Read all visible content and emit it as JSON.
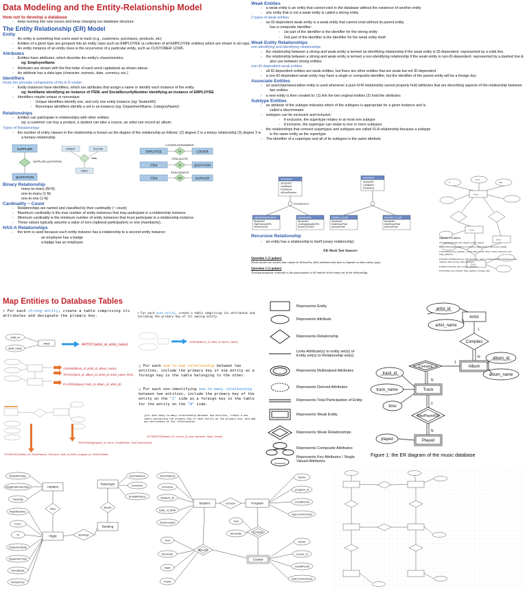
{
  "top_left": {
    "title": "Data Modeling and the Entity-Relationship Model",
    "how_heading": "How not to develop a database",
    "how_item": "keep running into new issues and keep changing our database structure",
    "er_heading": "The Entity Relationship (ER) Model",
    "entity_heading": "Entity",
    "entity_items": [
      "An entity is something that users want to track (e.g., customers, purchases, products, etc)",
      "Entities of a given type are grouped into an entity class such as EMPLOYEE (a collection of all EMPLOYEE entities) which are shown in all caps.",
      "An entity instance of an entity class is the occurrence of a particular entity, such as CUSTOMER 12345."
    ],
    "attributes_heading": "Attributes",
    "attribute_items": [
      "Entities have attributes, which describe the entity's characteristics.",
      "eg: EmployeeName",
      "Attributes are shown with the first letter of each word capitalized as shown above.",
      "An attribute has a data type (character, numeric, date, currency, etc.)"
    ],
    "identifiers_heading": "Identifiers",
    "identifiers_sub": "Know the principle components of the E-R model",
    "identifier_items": [
      "Entity instances have identifiers, which are attributes that assign a name or identify each instance of the entity.",
      "eg: ItemName identifying an instance of ITEM, and SocialSecurityNumber identifying an instance of EMPLOYEE",
      "Identifiers maybe unique or nonunique",
      "Unique identifiers identify one, and only one entity instance (eg: StudentID)",
      "Nonunique identifiers identify a set in an instance (eg: DepartmentName, CategoryName)"
    ],
    "relationships_heading": "Relationships",
    "relationship_items": [
      "Entities can participate in relationships with other entities.",
      "eg: a customer can buy a product, a student can take a course, an artist can record an album."
    ],
    "types_heading": "Types of Relationships",
    "types_item": "the number of entity classes in the relationship is known as the degree of the relationship as follows: (2) degree 2 is a binary relationship (3) degree 3 is a ternary relationship",
    "diagram": {
      "supplier": "SUPPLIER",
      "supplier_quotation": "SUPPLIER-QUOTATION",
      "quotation": "QUOTATION",
      "tern_left": "PATIENT",
      "tern_mid": "DOCTOR",
      "tern_rel": "treats",
      "tern_bottom": "DRUG",
      "locker_title": "LOCKER-ASSIGNMENT",
      "employee": "EMPLOYEE",
      "locker": "LOCKER",
      "one": "1:1",
      "quote_title": "ITEM-QUOTE",
      "item": "ITEM",
      "n": "N",
      "quotation2": "QUOTATION",
      "source_title": "ITEM-SOURCE",
      "item2": "ITEM",
      "nm": "N:M",
      "supplier2": "SUPPLIER"
    },
    "binary_heading": "Binary Relationship",
    "binary_items": [
      "many-to-many (M-N)",
      "one-to-many (1-N)",
      "one-to-one (1-N)"
    ],
    "cardinality_heading": "Cardinality ~ Count",
    "cardinality_items": [
      "Relationships are named and classified by their cardinality (~ count)",
      "Maximum cardinality is the max number of entity instances that may participate in a relationship instance.",
      "Minimum cardinality is the minimum number of entity instances that must participate in a relationship instance.",
      "These values typically assume a value of zero (optional participation) or one (mandatory)."
    ],
    "hasa_heading": "HAS-A Relationships",
    "hasa_items": [
      "the term is used because each entity instance has a relationship to a second entity instance:",
      "an employee has a badge",
      "a badge has an employee"
    ]
  },
  "top_right": {
    "weak_heading": "Weak Entities",
    "weak_items": [
      "a weak entity is an entity that cannot exist in the database without the existence of another entity",
      "any entity that is not a weak entity is called a strong entity"
    ],
    "two_types": "2 types of weak entities",
    "two_types_items": [
      "an ID-dependent weak entity is a weak entity that cannot exist without its parent entity",
      "has a composite identifier:",
      "1st part of the identifier is the identifier for the strong entity",
      "2nd part of the identifier is the identifier for the weak entity itself"
    ],
    "weak_rel_heading": "Weak Entity Relationships",
    "weak_rel_sub": "non-identifying and identifying relationships",
    "weak_rel_items": [
      "the relationship between a strong and weak entity is termed an identifying relationship if the weak entity is ID-dependent. represented by a solid line.",
      "the relationship between a strong and weak entity is termed a non-identifying relationship if the weak entity is non-ID-dependent: represented by a dashed line & also use between strong entities"
    ],
    "non_id_heading": "non-ID-dependent weak entities",
    "non_id_items": [
      "all ID-dependent entities are weak entities, but there are other entities that are weak but not ID-dependent",
      "a non-ID-dependent weak entity may have a single or composite identifier, but the identifier of the parent entity will be a foreign key"
    ],
    "assoc_heading": "Associate Entities",
    "assoc_items": [
      "an associate/association entity is used whenever a pure N:M relationship cannot properly hold attributes that are describing aspects of the relationship between two entities",
      "a new entity is then created to: (1) link the two original entities (2) hold the attributes"
    ],
    "subtype_heading": "Subtype Entities",
    "subtype_items": [
      "an attribute of the subtype indicates which of the subtypes is appropriate for a given instance and is called a discriminator",
      "subtypes can be exclusive and inclusive:",
      "if exclusive, the supertype relates to at most one subtype",
      "if inclusive, the supertype can relate to one or more subtypes",
      "the relationships that connect supertypes and subtypes are called IS-A relationship because a subtype is the same entity as the supertype",
      "The identifier of a supertype and all of its subtypes is the same attribute"
    ],
    "subtype_diagram": {
      "student": "STUDENT",
      "student_attrs": [
        "StudentID",
        "LastName",
        "FirstName",
        "isGradStudent"
      ],
      "discriminator": "isGradStudent",
      "under": "UNDERGRADUATE",
      "under_attrs": [
        "StudentID",
        "HighSchoolGPA",
        "ScoreOnSAT"
      ],
      "grad": "GRADUATE",
      "grad_attrs": [
        "StudentID",
        "UndergraduateGPA",
        "ScoreOnGMAT"
      ],
      "student2": "STUDENT",
      "student2_attrs": [
        "StudentID",
        "LastName",
        "FirstName"
      ],
      "hiking": "HIKING_CLUB",
      "hiking_attrs": [
        "StudentID",
        "DateDuesPaid",
        "AmountPaid"
      ],
      "sailing": "SAILING_CLUB",
      "sailing_attrs": [
        "StudentID",
        "DateDuesPaid",
        "AmountPaid"
      ]
    },
    "recursive_heading": "Recursive Relationship",
    "recursive_item": "an entity has a relationship to itself (unary relationship)",
    "mock_heading": "ER Mock Test Answers",
    "q1_heading": "Question 1 (2 points)",
    "q1_text": "Weak entities are entities that cannot be defined by their attributes that have to depend on other entity types.",
    "q2_heading": "Question 2 (2 points)",
    "q2_text": "Total participation constraint is the participation of all entities in the entity set in the relationship.",
    "q4_heading": "Question 4 (4 points)",
    "q4_lines": [
      "STUDENT(student_ID, student_name, major)",
      "BUILDING(bldg_number, occupancy, maintenance supervisor, (bp#))",
      "COURSE(section_number, course name, book, time, room#, instructor_ID, bldg_number)",
      "INSTRUCTOR(instructor_ID, instructor_name, terminal degree institution, rank, number, office hours, bldg_number)",
      "ENROLL(student_ID, section_number)",
      "LESSON(room_number, bldg_number, Student_ID)"
    ]
  },
  "bottom_left": {
    "title": "Map Entities to Database Tables",
    "strong_text_a": "For each ",
    "strong_text_hl": "strong entity",
    "strong_text_b": ", create a table comprising its attributes and designate the primary key.",
    "weak_text_a": "For each ",
    "weak_text_hl": "weak entity",
    "weak_text_b": ", create a table comprising its attributes and including the primary key of its owning entity.",
    "artist_table": "ARTIST(artist_id, artist_name)",
    "album_table": "ALBUM(album_id, artist_id, album_name)",
    "artist_label": "Artist",
    "artist_id": "artist_id",
    "artist_name": "artist_name",
    "album_table2": "ALBUM(album_id, artist_id, album_name)",
    "track_table": "TRACK(track_id, album_id, artist_id, track_name, time)",
    "played_table": "PLAYED(played, track_id, album_id, artist_id)",
    "oto_a": "For each ",
    "oto_hl": "one-to-one relationship",
    "oto_b": " between two entities, include the primary key of one entity as a foreign key in the table belonging to the other.",
    "otm_a": "For each non-identifying ",
    "otm_hl": "one-to-many relationship",
    "otm_b": " between two entities, include the primary key of the entity on the ",
    "otm_one": "\"1\"",
    "otm_c": " side as a foreign key in the table for the entity on the ",
    "otm_n": "\"N\"",
    "otm_d": " side.",
    "mtm_note": "For each many-to-many relationship between two entities, create a new table containing the primary key of each entity as the primary key, and add any attributes of the relationship.",
    "attempts_table": "ATTEMPTS(Student_ID, course_id, year, semester, Mark, Grade)",
    "program_table": "PROGRAM(program_id, name, CreditPoints, YearCommenced)",
    "student_table": "STUDENT(Student_ID, GivenNames, Surname, Date_of_Birth, program_id, YearEnrolled)"
  },
  "legend": {
    "items": [
      "Represents Entity",
      "Represents Attribute",
      "Represents Relationship",
      "Links Attribute(s) to entity set(s) or Entity set(s) to Relationship set(s)",
      "Represents Multivalued Attributes",
      "Represents Derived Attributes",
      "Represents Total Participation of Entity",
      "Represents Weak Entity",
      "Represents Weak Relationships",
      "Represents Composite Attributes",
      "Represents Key Attributes / Single Valued Attributes"
    ]
  },
  "music_er": {
    "artist_id": "artist_id",
    "artist": "Artist",
    "artist_name": "artist_name",
    "compiles": "Compiles",
    "contains": "Contains",
    "album": "Album",
    "album_id": "album_id",
    "album_name": "album_name",
    "track_id": "track_id",
    "track_name": "track_name",
    "track": "Track",
    "time": "time",
    "was_played_on": "WasPlayedOn",
    "played": "played",
    "played_entity": "Played",
    "one": "1",
    "n": "N",
    "caption": "Figure 1: the ER diagram of the music database"
  },
  "bottom_er1": {
    "attrs_left": [
      "ModelNumber",
      "RegistrationNumber",
      "Capacity",
      "FlightNumber",
      "From",
      "To",
      "DepartureDate",
      "DepartureTime",
      "ArrivalDate",
      "ArrivalTime"
    ],
    "airplane": "Airplane",
    "flies": "Flies",
    "flight": "Flight",
    "bookings": "Bookings",
    "booking": "Booking",
    "passenger": "Passenger",
    "books": "Books",
    "attrs_right": [
      "GivenNames",
      "Surname",
      "EmailAddress"
    ]
  },
  "bottom_er2": {
    "attrs_left": [
      "GivenNames",
      "Surname",
      "Student_ID",
      "Date_of_Birth",
      "YearEnrolled",
      "Year",
      "Semester",
      "Mark",
      "Grade"
    ],
    "student": "Student",
    "enrols_in": "EnrolsIn",
    "program": "Program",
    "attempts": "Attempts",
    "contains": "Contains",
    "course": "Course",
    "year": "Year",
    "semester": "Semester",
    "attrs_right_top": [
      "Name",
      "program_id",
      "CreditPoints",
      "YearCommenced"
    ],
    "attrs_right_bottom": [
      "Name",
      "course_id",
      "CreditPoints",
      "YearCommenced"
    ]
  }
}
